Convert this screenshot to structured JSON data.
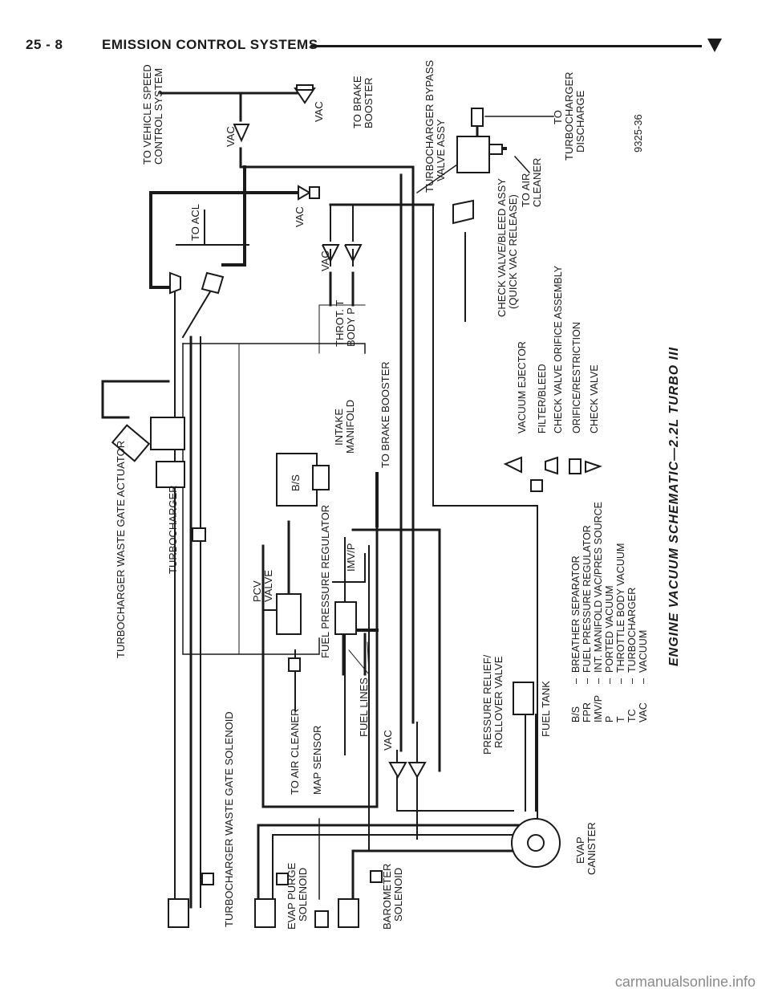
{
  "header": {
    "page_number": "25 - 8",
    "section_title": "EMISSION CONTROL SYSTEMS"
  },
  "caption": "ENGINE VACUUM SCHEMATIC—2.2L TURBO III",
  "figure_number": "9325-36",
  "labels": {
    "to_vehicle_speed": [
      "TO VEHICLE SPEED",
      "CONTROL SYSTEM"
    ],
    "to_brake_booster_top": [
      "TO BRAKE",
      "BOOSTER"
    ],
    "vac_1": "VAC",
    "vac_2": "VAC",
    "vac_3": "VAC",
    "vac_4": "VAC",
    "vac_5": "VAC",
    "turbo_bypass": [
      "TURBOCHARGER BYPASS",
      "VALVE ASSY"
    ],
    "to_turbo_discharge": [
      "TO",
      "TURBOCHARGER",
      "DISCHARGE"
    ],
    "to_air_cleaner_top": [
      "TO AIR",
      "CLEANER"
    ],
    "to_acl": "TO ACL",
    "check_valve_bleed": [
      "CHECK VALVE/BLEED ASSY",
      "(QUICK VAC RELEASE)"
    ],
    "throt_body": [
      "THROT. T",
      "BODY  P"
    ],
    "intake_manifold": [
      "INTAKE",
      "MANIFOLD"
    ],
    "to_brake_booster": "TO BRAKE BOOSTER",
    "waste_gate_actuator": "TURBOCHARGER WASTE GATE ACTUATOR",
    "turbocharger": "TURBOCHARGER",
    "bs": "B/S",
    "imvp": "IMV/P",
    "pcv_valve": [
      "PCV",
      "VALVE"
    ],
    "fuel_pressure_regulator": "FUEL PRESSURE REGULATOR",
    "fuel_lines": "FUEL LINES",
    "to_air_cleaner": "TO AIR CLEANER",
    "map_sensor": "MAP SENSOR",
    "waste_gate_solenoid": "TURBOCHARGER WASTE GATE SOLENOID",
    "evap_purge": [
      "EVAP PURGE",
      "SOLENOID"
    ],
    "barometer": [
      "BAROMETER",
      "SOLENOID"
    ],
    "evap_canister": [
      "EVAP",
      "CANISTER"
    ],
    "pressure_relief": [
      "PRESSURE RELIEF/",
      "ROLLOVER VALVE"
    ],
    "fuel_tank": "FUEL TANK"
  },
  "symbol_key": [
    "VACUUM EJECTOR",
    "FILTER/BLEED",
    "CHECK VALVE ORIFICE ASSEMBLY",
    "ORIFICE/RESTRICTION",
    "CHECK VALVE"
  ],
  "abbreviations": [
    {
      "abbr": "B/S",
      "meaning": "BREATHER SEPARATOR"
    },
    {
      "abbr": "FPR",
      "meaning": "FUEL PRESSURE REGULATOR"
    },
    {
      "abbr": "IMV/P",
      "meaning": "INT. MANIFOLD VAC/PRES SOURCE"
    },
    {
      "abbr": "P",
      "meaning": "PORTED VACUUM"
    },
    {
      "abbr": "T",
      "meaning": "THROTTLE BODY VACUUM"
    },
    {
      "abbr": "TC",
      "meaning": "TURBOCHARGER"
    },
    {
      "abbr": "VAC",
      "meaning": "VACUUM"
    }
  ],
  "watermark": "carmanualsonline.info"
}
